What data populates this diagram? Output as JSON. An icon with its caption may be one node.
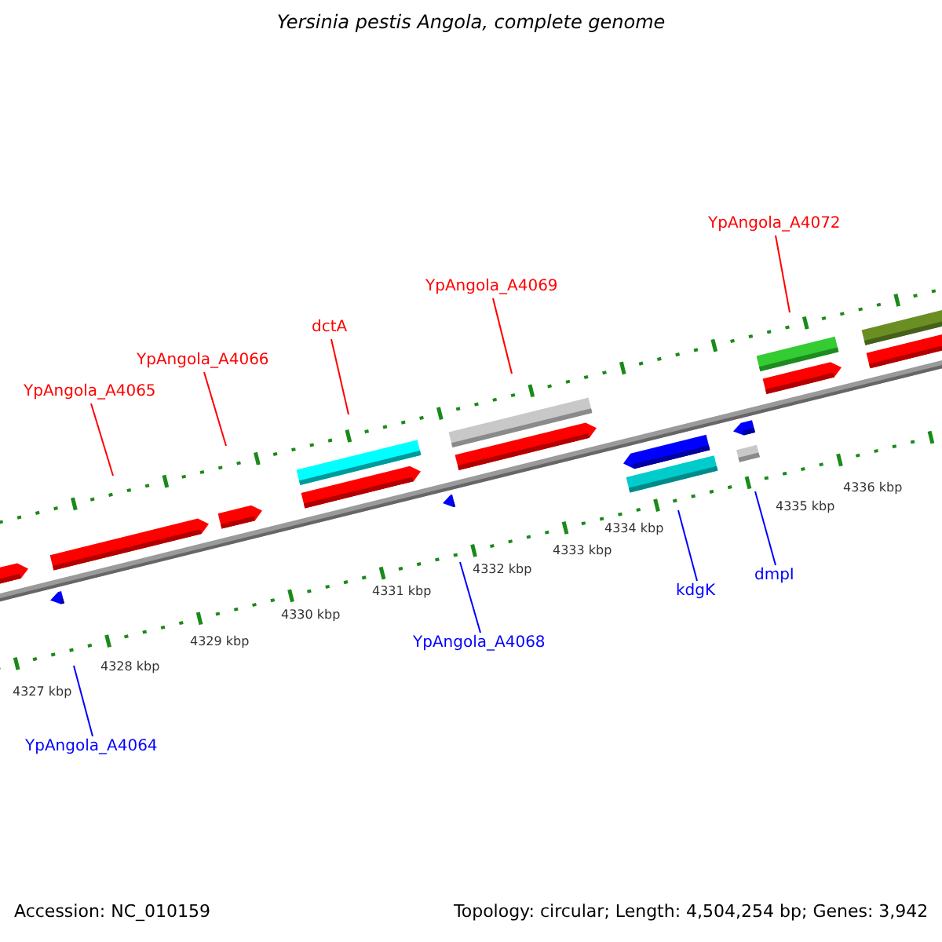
{
  "diagram": {
    "title": "Yersinia pestis Angola, complete genome",
    "nodes": [
      {
        "text": [
          "YpAngola_A4065"
        ]
      },
      {
        "text": [
          "YpAngola_A4066"
        ]
      },
      {
        "text": [
          "dctA"
        ]
      },
      {
        "text": [
          "YpAngola_A4069"
        ]
      },
      {
        "text": [
          "YpAngola_A4072"
        ]
      },
      {
        "text": [
          "YpAngola_A4064"
        ]
      },
      {
        "text": [
          "YpAngola_A4068"
        ]
      },
      {
        "text": [
          "kdgK"
        ]
      },
      {
        "text": [
          "dmpI"
        ]
      }
    ],
    "edges": [
      {
        "from": 0,
        "to": null,
        "arrow": "none"
      },
      {
        "from": 1,
        "to": null,
        "arrow": "none"
      },
      {
        "from": 2,
        "to": null,
        "arrow": "none"
      },
      {
        "from": 3,
        "to": null,
        "arrow": "none"
      },
      {
        "from": 4,
        "to": null,
        "arrow": "none"
      },
      {
        "from": 5,
        "to": null,
        "arrow": "none",
        "color": "#0000ff"
      },
      {
        "from": 6,
        "to": null,
        "arrow": "none",
        "color": "#0000ff"
      },
      {
        "from": 7,
        "to": null,
        "arrow": "none",
        "color": "#0000ff"
      },
      {
        "from": 8,
        "to": null,
        "arrow": "none",
        "color": "#0000ff"
      }
    ],
    "labels": [
      "4336 kbp",
      "4335 kbp",
      "4334 kbp",
      "4333 kbp",
      "4332 kbp",
      "4331 kbp",
      "4330 kbp",
      "4329 kbp",
      "4328 kbp",
      "4327 kbp",
      "Accession: NC_010159",
      "Topology: circular; Length: 4,504,254 bp; Genes: 3,942"
    ]
  }
}
